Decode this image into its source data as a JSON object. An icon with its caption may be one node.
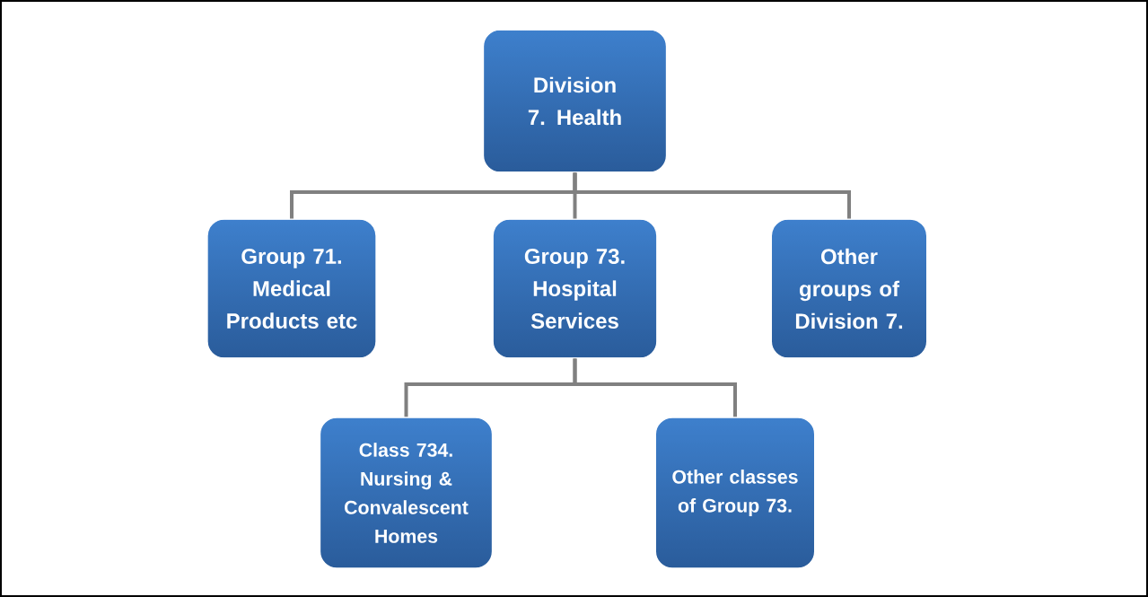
{
  "diagram": {
    "nodes": [
      {
        "text": [
          "Division 7. Health"
        ]
      },
      {
        "text": [
          "Group 71. Medical Products etc"
        ]
      },
      {
        "text": [
          "Group 73. Hospital Services"
        ]
      },
      {
        "text": [
          "Other groups of Division 7."
        ]
      },
      {
        "text": [
          "Class 734. Nursing & Convalescent Homes"
        ]
      },
      {
        "text": [
          "Other classes of Group 73."
        ]
      }
    ],
    "edges": [
      {
        "from": 0,
        "to": 1,
        "arrow": "none"
      },
      {
        "from": 0,
        "to": 2,
        "arrow": "none"
      },
      {
        "from": 0,
        "to": 3,
        "arrow": "none"
      },
      {
        "from": 2,
        "to": 4,
        "arrow": "none"
      },
      {
        "from": 2,
        "to": 5,
        "arrow": "none"
      }
    ]
  }
}
